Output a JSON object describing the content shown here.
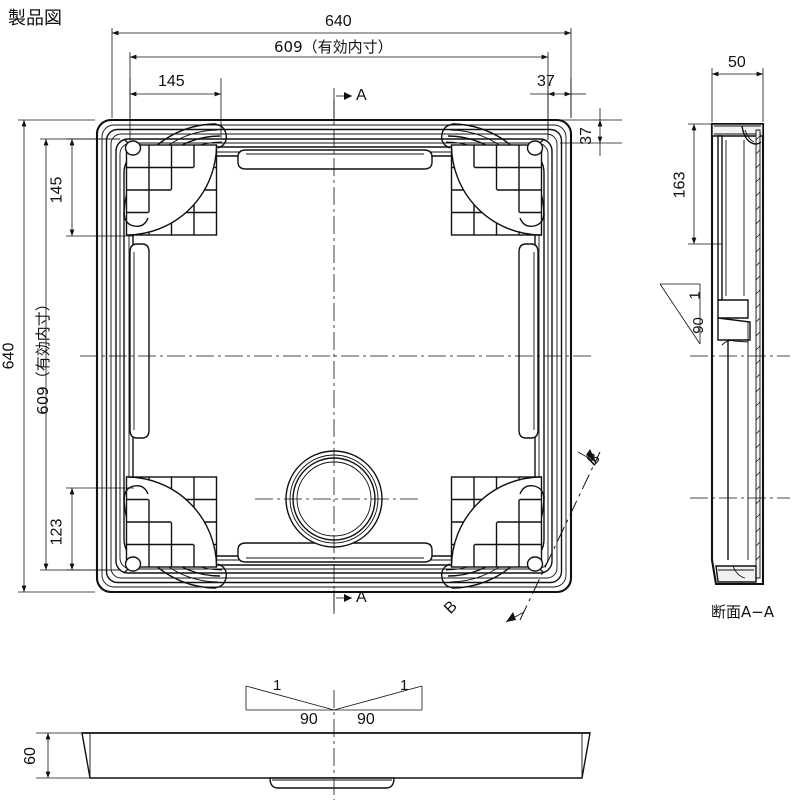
{
  "document": {
    "title": "製品図",
    "units_note": "mm"
  },
  "views": {
    "plan": {
      "name": "plan-view",
      "label": "",
      "section_marks": [
        {
          "id": "A-top",
          "letter": "A"
        },
        {
          "id": "A-bottom",
          "letter": "A"
        },
        {
          "id": "B-upper",
          "letter": "B"
        },
        {
          "id": "B-lower",
          "letter": "B"
        }
      ],
      "dimensions": {
        "overall_width": "640",
        "inner_width": "609（有効内寸）",
        "left_offset_top": "145",
        "right_offset_top": "37",
        "overall_height": "640",
        "inner_height": "609（有効内寸）",
        "top_offset_left": "145",
        "top_offset_right": "37",
        "bottom_offset_left": "123"
      }
    },
    "section_aa": {
      "name": "section-a-a",
      "caption": "断面A−A",
      "dimensions": {
        "width": "50",
        "height": "163",
        "slope_rise": "1",
        "slope_run": "90"
      }
    },
    "section_bottom": {
      "name": "bottom-elevation-view",
      "caption": "",
      "dimensions": {
        "thickness": "60",
        "slope_rise_left": "1",
        "slope_rise_right": "1",
        "slope_run_left": "90",
        "slope_run_right": "90"
      }
    }
  },
  "colors": {
    "line": "#111111",
    "background": "#ffffff",
    "fill_light": "#f2f2f2"
  }
}
